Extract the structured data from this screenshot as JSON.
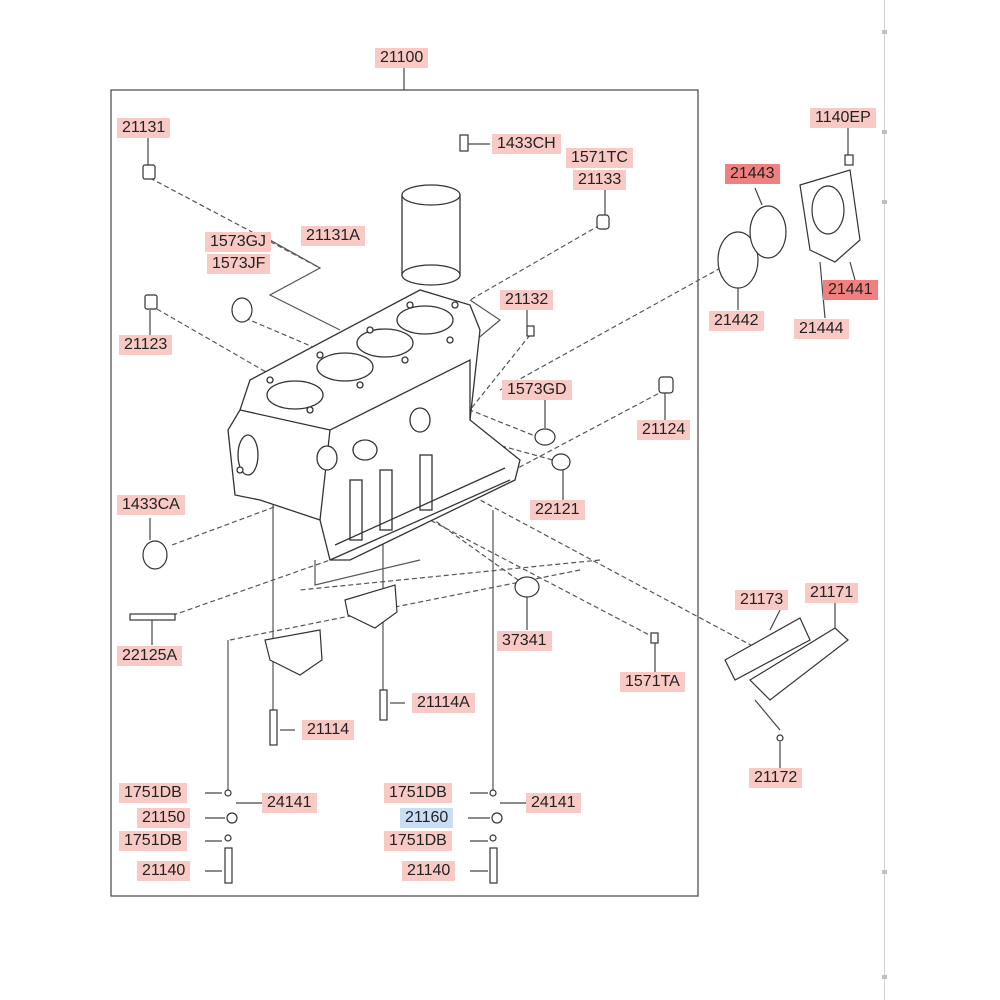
{
  "labels": {
    "p21100": "21100",
    "p21131": "21131",
    "p1433CH": "1433CH",
    "p1571TC": "1571TC",
    "p21133": "21133",
    "p21131A": "21131A",
    "p1573GJ": "1573GJ",
    "p1573JF": "1573JF",
    "p21123": "21123",
    "p21132": "21132",
    "p1573GD": "1573GD",
    "p21124": "21124",
    "p22121": "22121",
    "p1433CA": "1433CA",
    "p22125A": "22125A",
    "p37341": "37341",
    "p1571TA": "1571TA",
    "p21114A": "21114A",
    "p21114": "21114",
    "p1751DB_l1": "1751DB",
    "p24141_l": "24141",
    "p21150": "21150",
    "p1751DB_l2": "1751DB",
    "p21140_l": "21140",
    "p1751DB_r1": "1751DB",
    "p24141_r": "24141",
    "p21160": "21160",
    "p1751DB_r2": "1751DB",
    "p21140_r": "21140",
    "p1140EP": "1140EP",
    "p21443": "21443",
    "p21441": "21441",
    "p21442": "21442",
    "p21444": "21444",
    "p21173": "21173",
    "p21171": "21171",
    "p21172": "21172"
  },
  "colors": {
    "label_bg": "#f8c9c5",
    "label_bg_strong": "#f08080",
    "label_bg_selected": "#c9ddf5",
    "line": "#333333"
  }
}
